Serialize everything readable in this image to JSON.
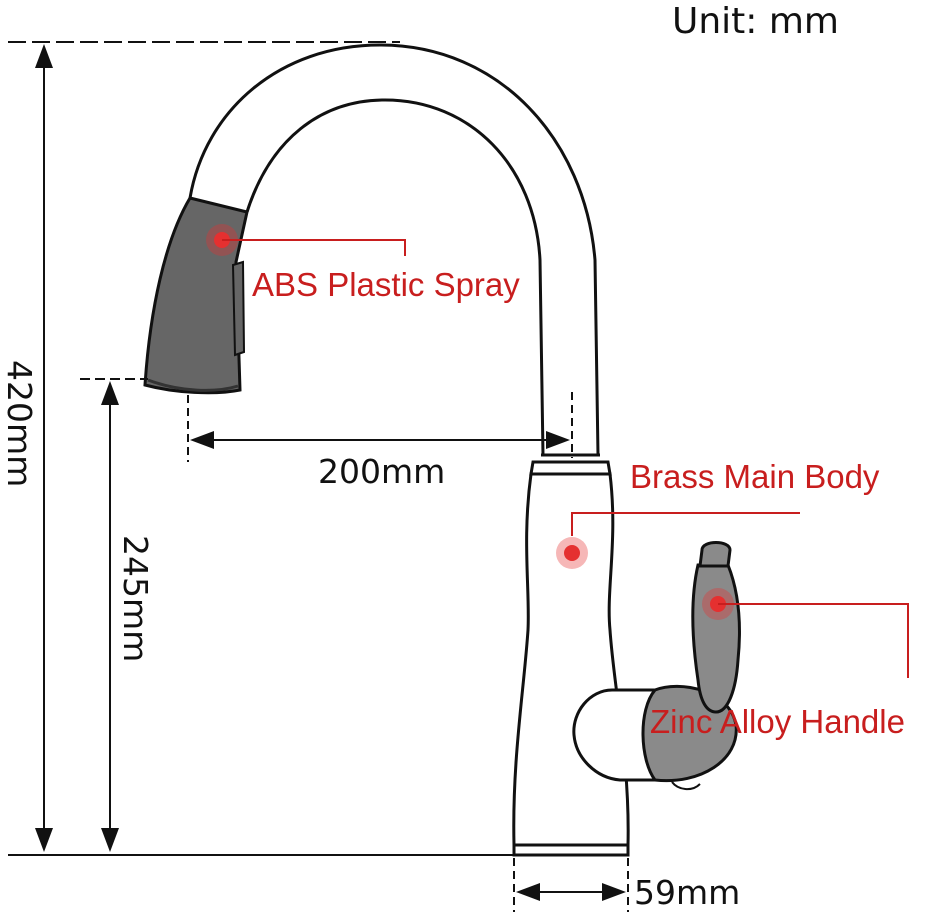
{
  "unit_label": "Unit: mm",
  "dimensions": {
    "total_height": "420mm",
    "spout_height": "245mm",
    "reach": "200mm",
    "base_width": "59mm"
  },
  "callouts": {
    "spray": "ABS Plastic Spray",
    "body": "Brass Main Body",
    "handle": "Zinc Alloy Handle"
  },
  "colors": {
    "outline": "#111111",
    "part_gray": "#8a8a8a",
    "spray_gray": "#666666",
    "callout_red": "#c81e1e",
    "marker_red": "#e53030"
  }
}
